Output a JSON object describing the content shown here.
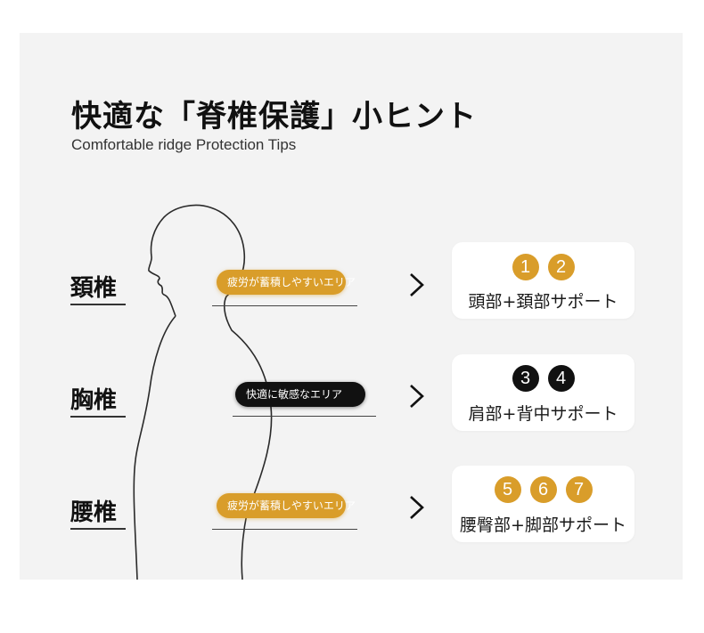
{
  "title": "快適な「脊椎保護」小ヒント",
  "subtitle": "Comfortable ridge Protection Tips",
  "rows": [
    {
      "label": "頚椎",
      "pill": "疲労が蓄積しやすいエリア",
      "pill_style": "gold",
      "numbers": [
        "1",
        "2"
      ],
      "number_style": "gold",
      "support": "頭部+頚部サポート"
    },
    {
      "label": "胸椎",
      "pill": "快適に敏感なエリア",
      "pill_style": "dark",
      "numbers": [
        "3",
        "4"
      ],
      "number_style": "dark",
      "support": "肩部+背中サポート"
    },
    {
      "label": "腰椎",
      "pill": "疲労が蓄積しやすいエリア",
      "pill_style": "gold",
      "numbers": [
        "5",
        "6",
        "7"
      ],
      "number_style": "gold",
      "support": "腰臀部+脚部サポート"
    }
  ],
  "colors": {
    "accent": "#d99d2a",
    "dark": "#111111",
    "panel": "#f3f3f3",
    "card": "#ffffff"
  },
  "icons": {
    "chevron": "chevron-right-icon",
    "body": "human-silhouette-icon"
  }
}
